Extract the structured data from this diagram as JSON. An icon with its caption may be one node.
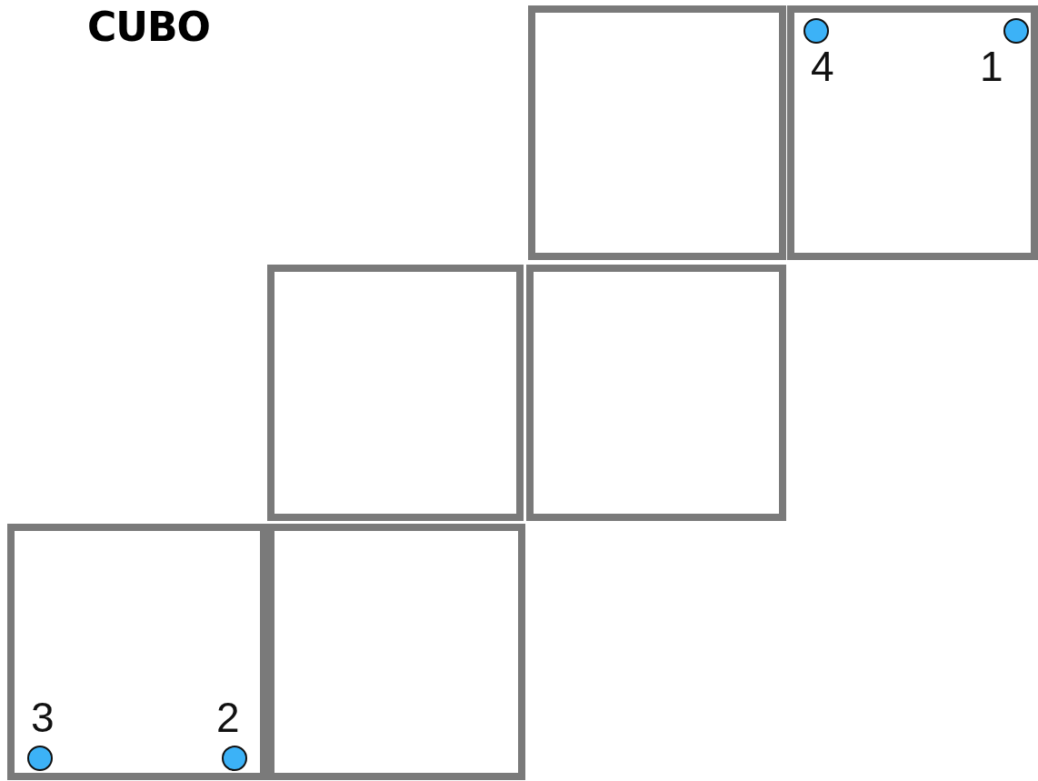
{
  "diagram": {
    "title": "CUBO",
    "nodes": [
      {
        "text": [],
        "shape": "box"
      },
      {
        "text": [],
        "shape": "box"
      },
      {
        "text": [],
        "shape": "circle",
        "in": 1,
        "beside": [
          "4"
        ]
      },
      {
        "text": [],
        "shape": "circle",
        "in": 1,
        "beside": [
          "1"
        ]
      },
      {
        "text": [],
        "shape": "box"
      },
      {
        "text": [],
        "shape": "box"
      },
      {
        "text": [],
        "shape": "box"
      },
      {
        "text": [],
        "shape": "circle",
        "in": 6,
        "beside": [
          "3"
        ]
      },
      {
        "text": [],
        "shape": "circle",
        "in": 6,
        "beside": [
          "2"
        ]
      },
      {
        "text": [],
        "shape": "box"
      }
    ]
  }
}
